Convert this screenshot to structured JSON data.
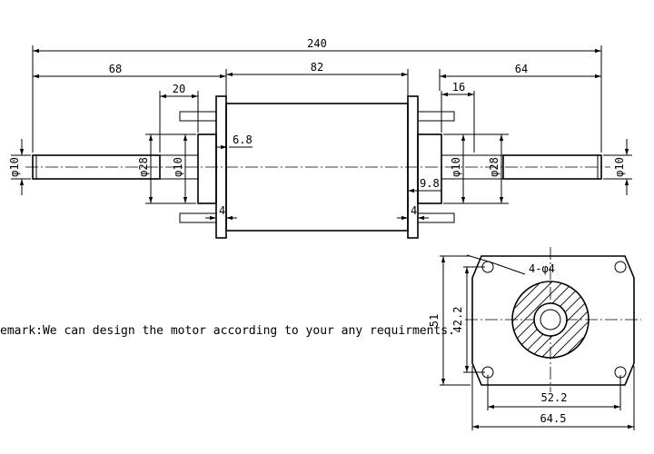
{
  "dimensions": {
    "overall_length": "240",
    "left_shaft_length": "68",
    "body_length": "82",
    "right_shaft_length": "64",
    "left_boss_length": "20",
    "right_boss_length": "16",
    "flange_offset": "6.8",
    "right_offset": "9.8",
    "left_flange_thickness": "4",
    "right_flange_thickness": "4",
    "left_shaft_dia": "φ10",
    "left_boss_dia": "φ28",
    "left_inner_dia": "φ10",
    "right_inner_dia": "φ10",
    "right_boss_dia": "φ28",
    "right_shaft_dia": "φ10",
    "mount_holes": "4-φ4",
    "end_height": "51",
    "hole_spacing_v": "42.2",
    "hole_spacing_h": "52.2",
    "end_width": "64.5"
  },
  "remark": "emark:We can design the motor according to your any requirments."
}
